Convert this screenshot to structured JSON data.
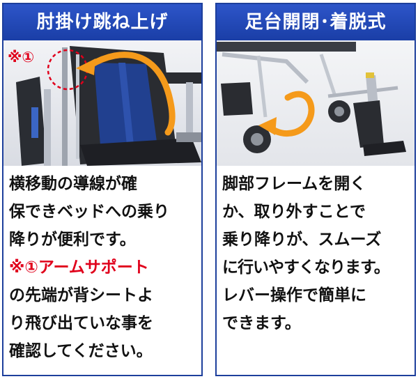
{
  "left_panel": {
    "title": "肘掛け跳ね上げ",
    "photo_marker": "※①",
    "lines": [
      "横移動の導線が確",
      "保できベッドへの乗り",
      "降りが便利です。",
      "※①アームサポート",
      "の先端が背シートよ",
      "り飛び出ていな事を",
      "確認してください。"
    ]
  },
  "right_panel": {
    "title": "足台開閉･着脱式",
    "lines": [
      "脚部フレームを開く",
      "か、取り外すことで",
      "乗り降りが、スムーズ",
      "に行いやすくなります。",
      "レバー操作で簡単に",
      "できます。"
    ]
  },
  "colors": {
    "header_blue": "#1d3f9c",
    "accent_red": "#e0001b",
    "arrow_orange": "#f59a1b",
    "seat_navy": "#1f3b85"
  }
}
